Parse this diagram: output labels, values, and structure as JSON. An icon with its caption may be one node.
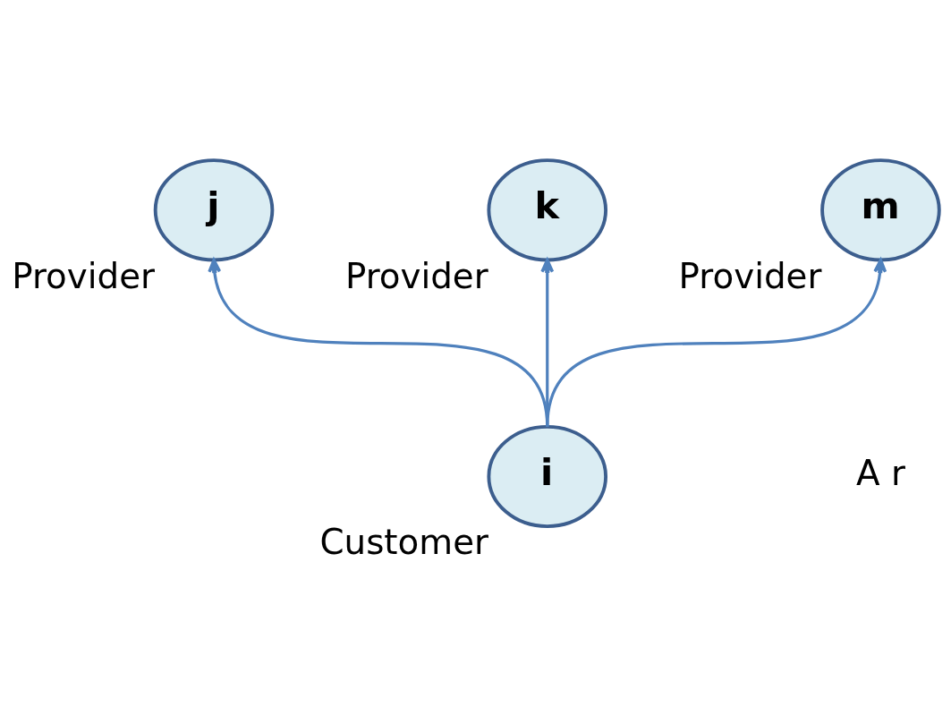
{
  "diagram": {
    "nodes": [
      {
        "text": [
          "j"
        ],
        "beside": [
          "Provider"
        ]
      },
      {
        "text": [
          "k"
        ],
        "beside": [
          "Provider"
        ]
      },
      {
        "text": [
          "m"
        ],
        "beside": [
          "Provider"
        ]
      },
      {
        "text": [
          "i"
        ],
        "beside": [
          "Customer"
        ]
      }
    ],
    "edges": [
      {
        "from": 3,
        "to": 0,
        "arrow": "to"
      },
      {
        "from": 3,
        "to": 1,
        "arrow": "to"
      },
      {
        "from": 3,
        "to": 2,
        "arrow": "to"
      }
    ],
    "labels": [
      "A r"
    ]
  }
}
